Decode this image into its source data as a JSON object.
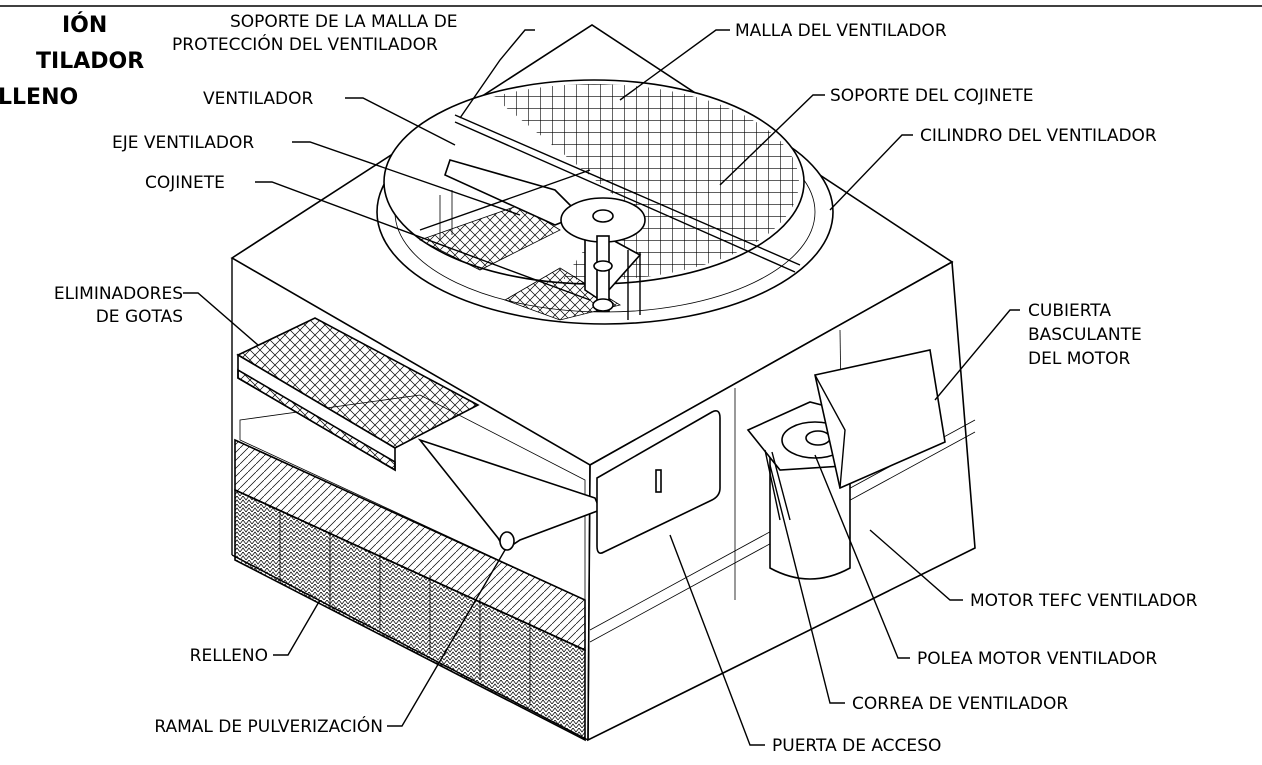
{
  "title_lines": [
    "IÓN",
    "TILADOR",
    "LLENO"
  ],
  "labels": {
    "soporte_malla_1": "SOPORTE DE LA MALLA DE",
    "soporte_malla_2": "PROTECCIÓN DEL VENTILADOR",
    "malla": "MALLA DEL VENTILADOR",
    "ventilador": "VENTILADOR",
    "soporte_cojinete": "SOPORTE DEL COJINETE",
    "eje": "EJE VENTILADOR",
    "cilindro": "CILINDRO DEL VENTILADOR",
    "cojinete": "COJINETE",
    "eliminadores_1": "ELIMINADORES",
    "eliminadores_2": "DE GOTAS",
    "cubierta_1": "CUBIERTA",
    "cubierta_2": "BASCULANTE",
    "cubierta_3": "DEL MOTOR",
    "motor": "MOTOR TEFC VENTILADOR",
    "relleno": "RELLENO",
    "polea": "POLEA MOTOR VENTILADOR",
    "correa": "CORREA DE VENTILADOR",
    "ramal": "RAMAL DE PULVERIZACIÓN",
    "puerta": "PUERTA DE ACCESO"
  }
}
